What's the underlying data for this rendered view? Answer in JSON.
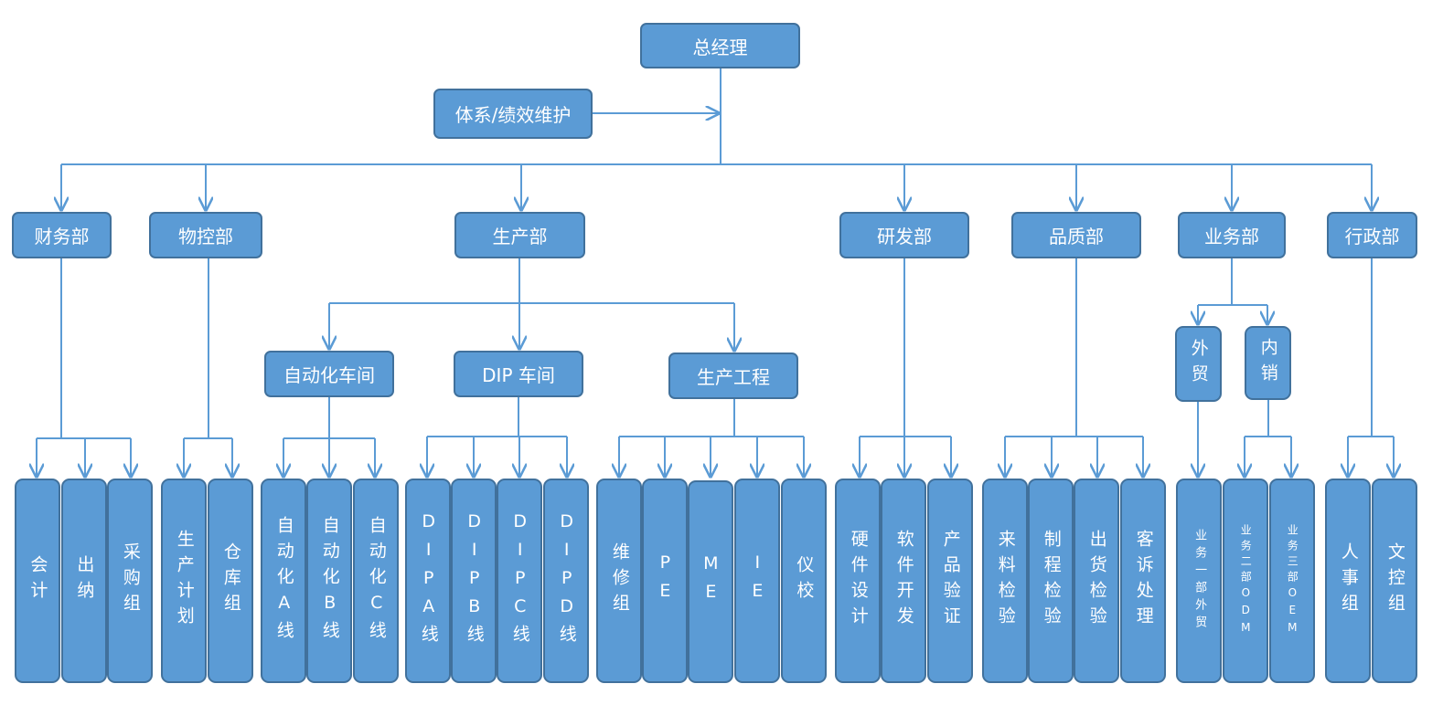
{
  "chart": {
    "top": "总经理",
    "side": "体系/绩效维护",
    "departments": {
      "finance": "财务部",
      "material": "物控部",
      "production": "生产部",
      "rnd": "研发部",
      "quality": "品质部",
      "business": "业务部",
      "admin": "行政部"
    },
    "sub": {
      "auto_workshop": "自动化车间",
      "dip_workshop": "DIP 车间",
      "prod_eng": "生产工程",
      "foreign": "外贸",
      "domestic": "内销"
    },
    "leaves": {
      "accounting": "会计",
      "cashier": "出纳",
      "purchase": "采购组",
      "plan": "生产计划",
      "warehouse": "仓库组",
      "auto_a": "自动化A线",
      "auto_b": "自动化B线",
      "auto_c": "自动化C线",
      "dip_a": "DIPA线",
      "dip_b": "DIPB线",
      "dip_c": "DIPC线",
      "dip_d": "DIPD线",
      "maintenance": "维修组",
      "pe": "PE",
      "me": "ME",
      "ie": "IE",
      "calibration": "仪校",
      "hardware": "硬件设计",
      "software": "软件开发",
      "verify": "产品验证",
      "incoming": "来料检验",
      "process": "制程检验",
      "outgoing": "出货检验",
      "complaint": "客诉处理",
      "biz1": "业务一部外贸",
      "biz2": "业务二部ODM",
      "biz3": "业务三部OEM",
      "hr": "人事组",
      "doc": "文控组"
    }
  },
  "colors": {
    "box_fill": "#5b9bd5",
    "box_border": "#41719c",
    "line": "#5b9bd5"
  }
}
